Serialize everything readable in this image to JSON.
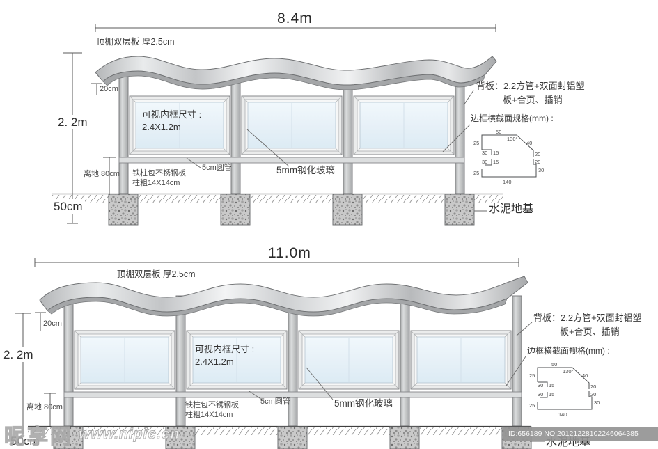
{
  "watermark": {
    "brand": "昵享网",
    "site": "www.nipic.cn"
  },
  "id_bar": "ID:656189 NO:20121228102246064385",
  "section_profile": {
    "top_width": "50",
    "corner_angle": "130°",
    "slope_length": "40",
    "upper_left_height": "25",
    "upper_step_width": "30",
    "upper_step_height": "15",
    "upper_right_drop": "20",
    "lower_step_width": "30",
    "lower_step_height": "15",
    "mid_right_drop": "20",
    "lower_right_height": "30",
    "lower_left_height": "25",
    "bottom_width": "140"
  },
  "labels": {
    "roof": "顶棚双层板 厚2.5cm",
    "height": "2. 2m",
    "roof_gap": "20cm",
    "panel_size_1": "可视内框尺寸 :",
    "panel_size_2": "2.4X1.2m",
    "tube": "5cm圆管",
    "glass": "5mm钢化玻璃",
    "column_1": "铁柱包不锈钢板",
    "column_2": "柱粗14X14cm",
    "clearance": "离地 80cm",
    "foundation_depth": "50cm",
    "backboard_1": "背板：2.2方管+双面封铝塑",
    "backboard_2": "板+合页、插销",
    "section_title": "边框横截面规格(mm) :",
    "foundation": "水泥地基"
  },
  "diagram_top": {
    "total_width": "8.4m"
  },
  "diagram_bottom": {
    "total_width": "11.0m"
  }
}
